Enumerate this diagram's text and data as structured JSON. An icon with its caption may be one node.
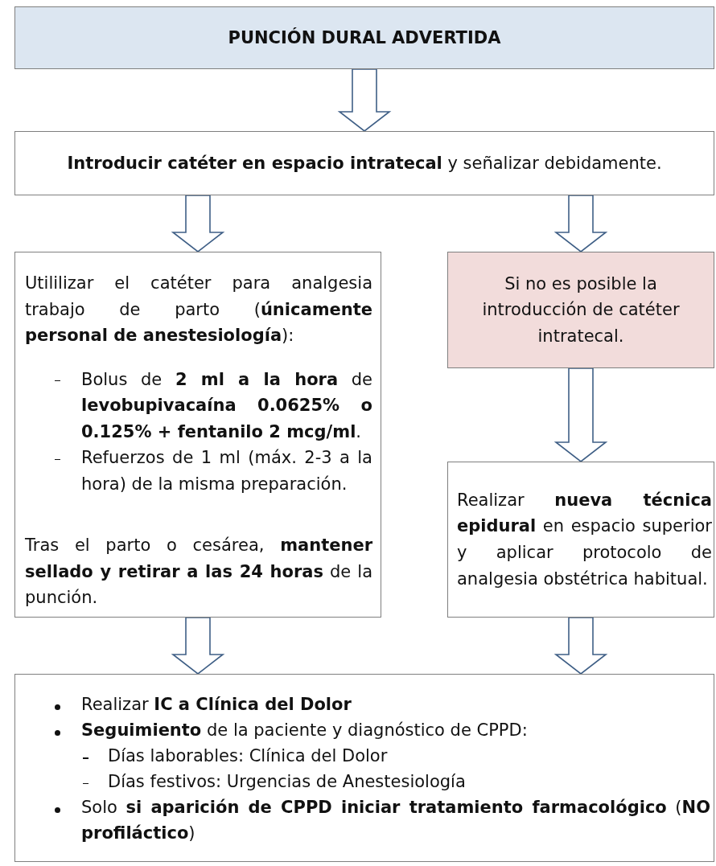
{
  "diagram": {
    "nodes": [
      {
        "text": [
          "PUNCIÓN DURAL ADVERTIDA"
        ]
      },
      {
        "text": [
          "**Introducir catéter en espacio intratecal** y señalizar debidamente."
        ]
      },
      {
        "text": [
          "Utililizar el catéter para analgesia trabajo de parto (**únicamente personal de anestesiología**):",
          "Bolus de **2 ml a la hora** de **levobupivacaína 0.0625% o 0.125% + fentanilo 2 mcg/ml**.",
          "Refuerzos de 1 ml (máx. 2-3 a la hora) de la misma preparación.",
          "Tras el parto o cesárea, **mantener sellado y retirar a las 24 horas** de la punción."
        ]
      },
      {
        "text": [
          "Si no es posible la introducción de catéter intratecal."
        ]
      },
      {
        "text": [
          "Realizar **nueva técnica epidural** en espacio superior y aplicar protocolo de analgesia obstétrica habitual."
        ]
      },
      {
        "text": [
          "Realizar **IC a Clínica del Dolor**",
          "**Seguimiento** de la paciente y diagnóstico de CPPD:",
          "Días laborables: Clínica del Dolor",
          "Días festivos: Urgencias de Anestesiología",
          "Solo **si aparición de CPPD iniciar tratamiento farmacológico** (**NO profiláctico**)"
        ]
      }
    ],
    "edges": [
      {
        "from": 0,
        "to": 1,
        "arrow": "to"
      },
      {
        "from": 1,
        "to": 2,
        "arrow": "to"
      },
      {
        "from": 1,
        "to": 3,
        "arrow": "to"
      },
      {
        "from": 3,
        "to": 4,
        "arrow": "to"
      },
      {
        "from": 2,
        "to": 5,
        "arrow": "to"
      },
      {
        "from": 4,
        "to": 5,
        "arrow": "to"
      }
    ]
  }
}
